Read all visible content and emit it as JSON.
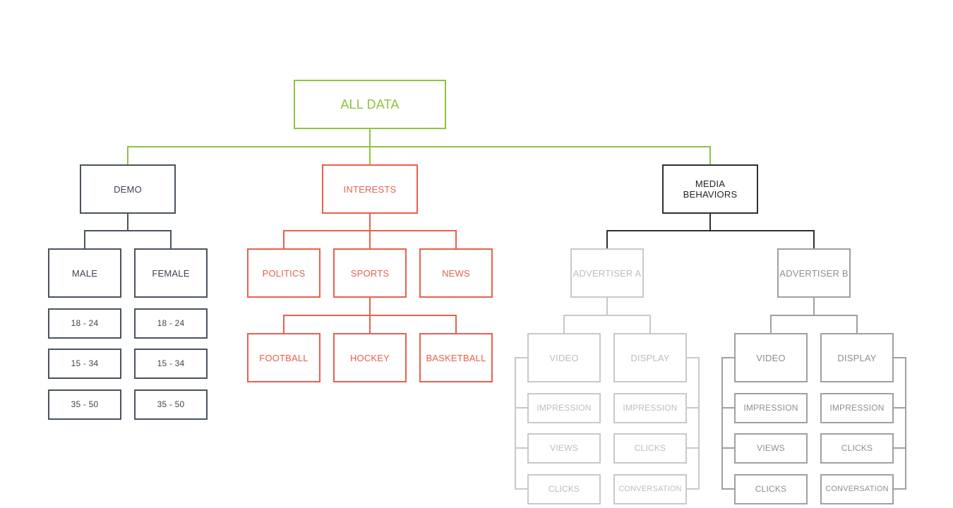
{
  "root": {
    "label": "ALL DATA"
  },
  "demo": {
    "label": "DEMO",
    "male": {
      "label": "MALE",
      "ages": [
        "18 - 24",
        "15 - 34",
        "35 - 50"
      ]
    },
    "female": {
      "label": "FEMALE",
      "ages": [
        "18 - 24",
        "15 - 34",
        "35 - 50"
      ]
    }
  },
  "interests": {
    "label": "INTERESTS",
    "children": [
      "POLITICS",
      "SPORTS",
      "NEWS"
    ],
    "sports_children": [
      "FOOTBALL",
      "HOCKEY",
      "BASKETBALL"
    ]
  },
  "media": {
    "label": "MEDIA BEHAVIORS",
    "advertiser_a": {
      "label": "ADVERTISER A",
      "video": {
        "label": "VIDEO",
        "metrics": [
          "IMPRESSION",
          "VIEWS",
          "CLICKS"
        ]
      },
      "display": {
        "label": "DISPLAY",
        "metrics": [
          "IMPRESSION",
          "CLICKS",
          "CONVERSATION"
        ]
      }
    },
    "advertiser_b": {
      "label": "ADVERTISER B",
      "video": {
        "label": "VIDEO",
        "metrics": [
          "IMPRESSION",
          "VIEWS",
          "CLICKS"
        ]
      },
      "display": {
        "label": "DISPLAY",
        "metrics": [
          "IMPRESSION",
          "CLICKS",
          "CONVERSATION"
        ]
      }
    }
  },
  "colors": {
    "root": "#8cc43f",
    "demo": "#4a5360",
    "interests": "#e8604c",
    "media": "#2c3038",
    "advertiser_a": "#c9c9c9",
    "advertiser_b": "#a0a0a0"
  }
}
